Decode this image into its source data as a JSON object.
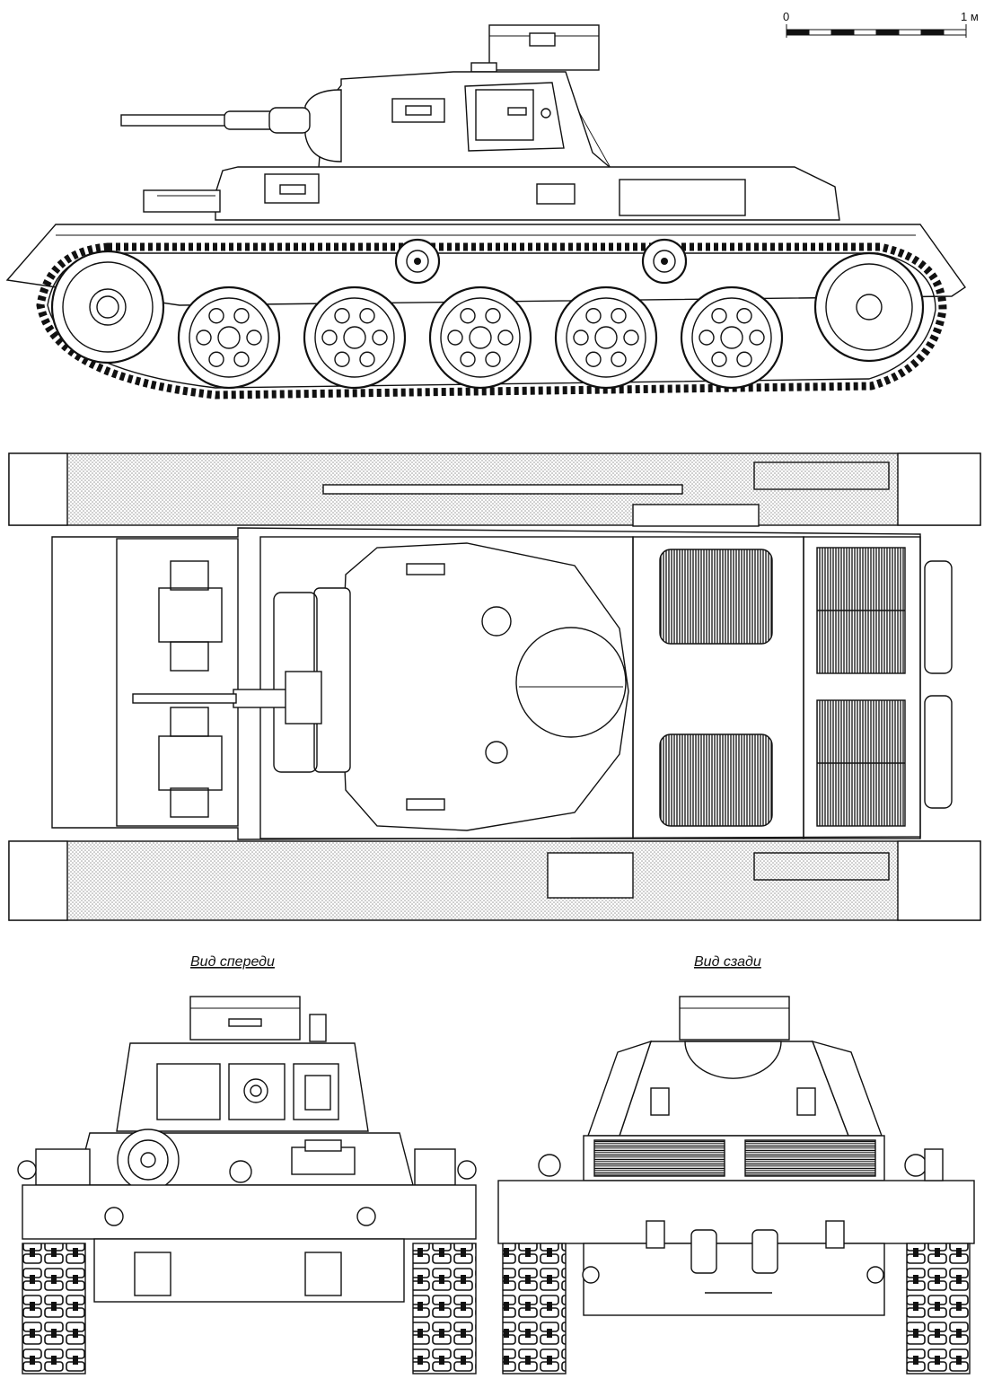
{
  "scale_bar": {
    "start_label": "0",
    "end_label": "1 м",
    "segments": 8
  },
  "views": {
    "front_label": "Вид спереди",
    "rear_label": "Вид сзади"
  },
  "colors": {
    "line": "#111111",
    "paper": "#ffffff",
    "hatch": "#9a9a9a"
  },
  "side_view": {
    "road_wheels": 5,
    "return_rollers": 2
  }
}
